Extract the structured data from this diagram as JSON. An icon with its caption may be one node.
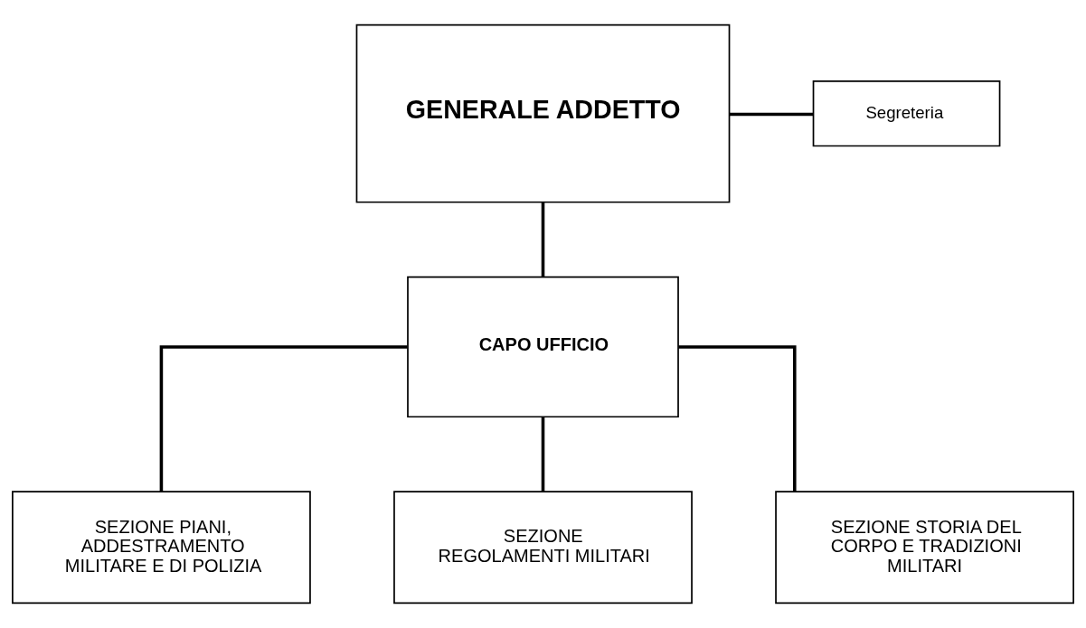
{
  "diagram": {
    "nodes": [
      {
        "text": [
          "GENERALE ADDETTO"
        ]
      },
      {
        "text": [
          "Segreteria"
        ]
      },
      {
        "text": [
          "CAPO UFFICIO"
        ]
      },
      {
        "text": [
          "SEZIONE PIANI, ADDESTRAMENTO MILITARE E DI POLIZIA"
        ]
      },
      {
        "text": [
          "SEZIONE REGOLAMENTI MILITARI"
        ]
      },
      {
        "text": [
          "SEZIONE STORIA DEL CORPO E TRADIZIONI MILITARI"
        ]
      }
    ],
    "edges": [
      {
        "from": 0,
        "to": 1,
        "arrow": "none"
      },
      {
        "from": 0,
        "to": 2,
        "arrow": "none"
      },
      {
        "from": 2,
        "to": 3,
        "arrow": "none"
      },
      {
        "from": 2,
        "to": 4,
        "arrow": "none"
      },
      {
        "from": 2,
        "to": 5,
        "arrow": "none"
      }
    ]
  }
}
